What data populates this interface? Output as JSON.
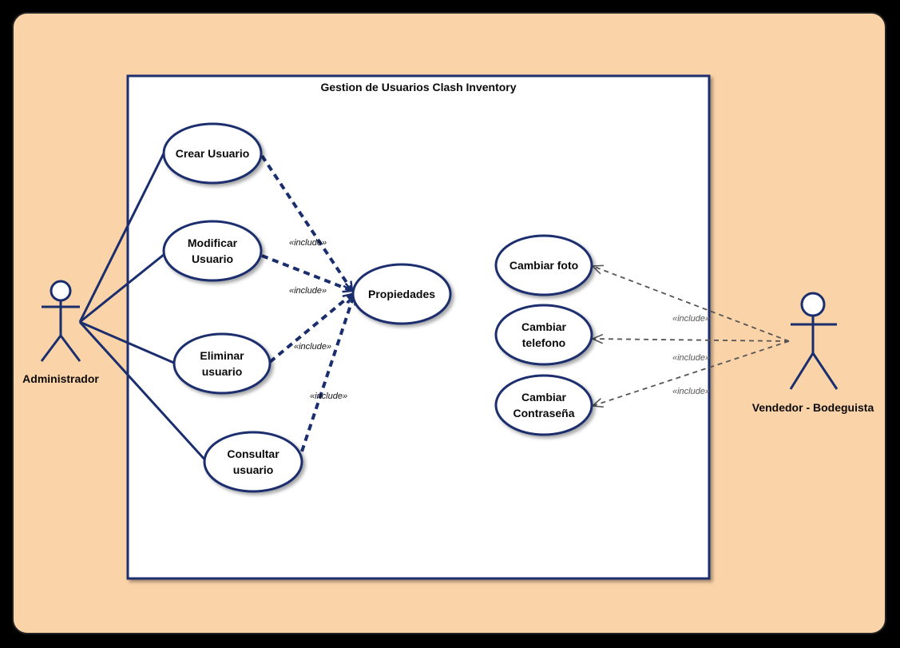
{
  "diagram": {
    "system_title": "Gestion de Usuarios Clash Inventory",
    "actors": {
      "admin": "Administrador",
      "seller": "Vendedor - Bodeguista"
    },
    "use_cases": {
      "crear": [
        "Crear Usuario"
      ],
      "modificar": [
        "Modificar",
        "Usuario"
      ],
      "eliminar": [
        "Eliminar",
        "usuario"
      ],
      "consultar": [
        "Consultar",
        "usuario"
      ],
      "propiedades": [
        "Propiedades"
      ],
      "foto": [
        "Cambiar foto"
      ],
      "telefono": [
        "Cambiar",
        "telefono"
      ],
      "contrasena": [
        "Cambiar",
        "Contraseña"
      ]
    },
    "include_label": "«include»",
    "colors": {
      "outer_frame": "#fbd3a8",
      "system_box": "#ffffff",
      "navy": "#1a2e6e",
      "dashed_gray": "#555555"
    }
  }
}
